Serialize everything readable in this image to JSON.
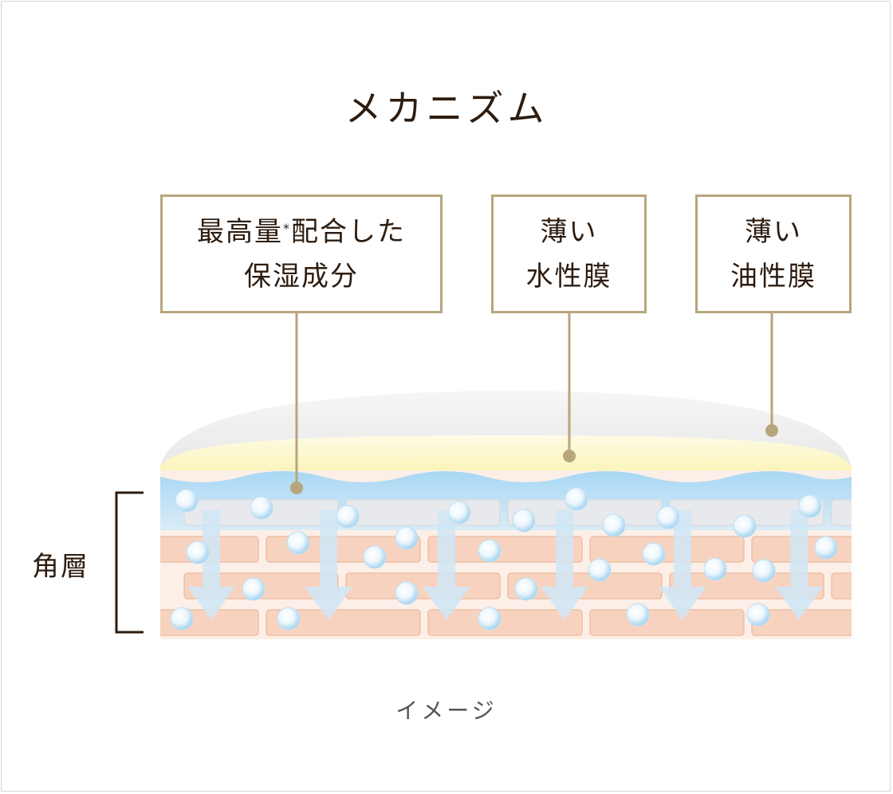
{
  "title": "メカニズム",
  "labels": {
    "box1": {
      "line1": "最高量",
      "mark": "*",
      "line1b": "配合した",
      "line2": "保湿成分"
    },
    "box2": {
      "line1": "薄い",
      "line2": "水性膜"
    },
    "box3": {
      "line1": "薄い",
      "line2": "油性膜"
    }
  },
  "side_label": "角層",
  "caption": "イメージ",
  "colors": {
    "text": "#2d1c0f",
    "frame": "#b7a57c",
    "oil_film": "#eeeeee",
    "water_film": "#fbf4b8",
    "moisture_layer": "#bfe0f5",
    "brick": "#f7d3bf",
    "arrow": "#cfe6f6"
  }
}
